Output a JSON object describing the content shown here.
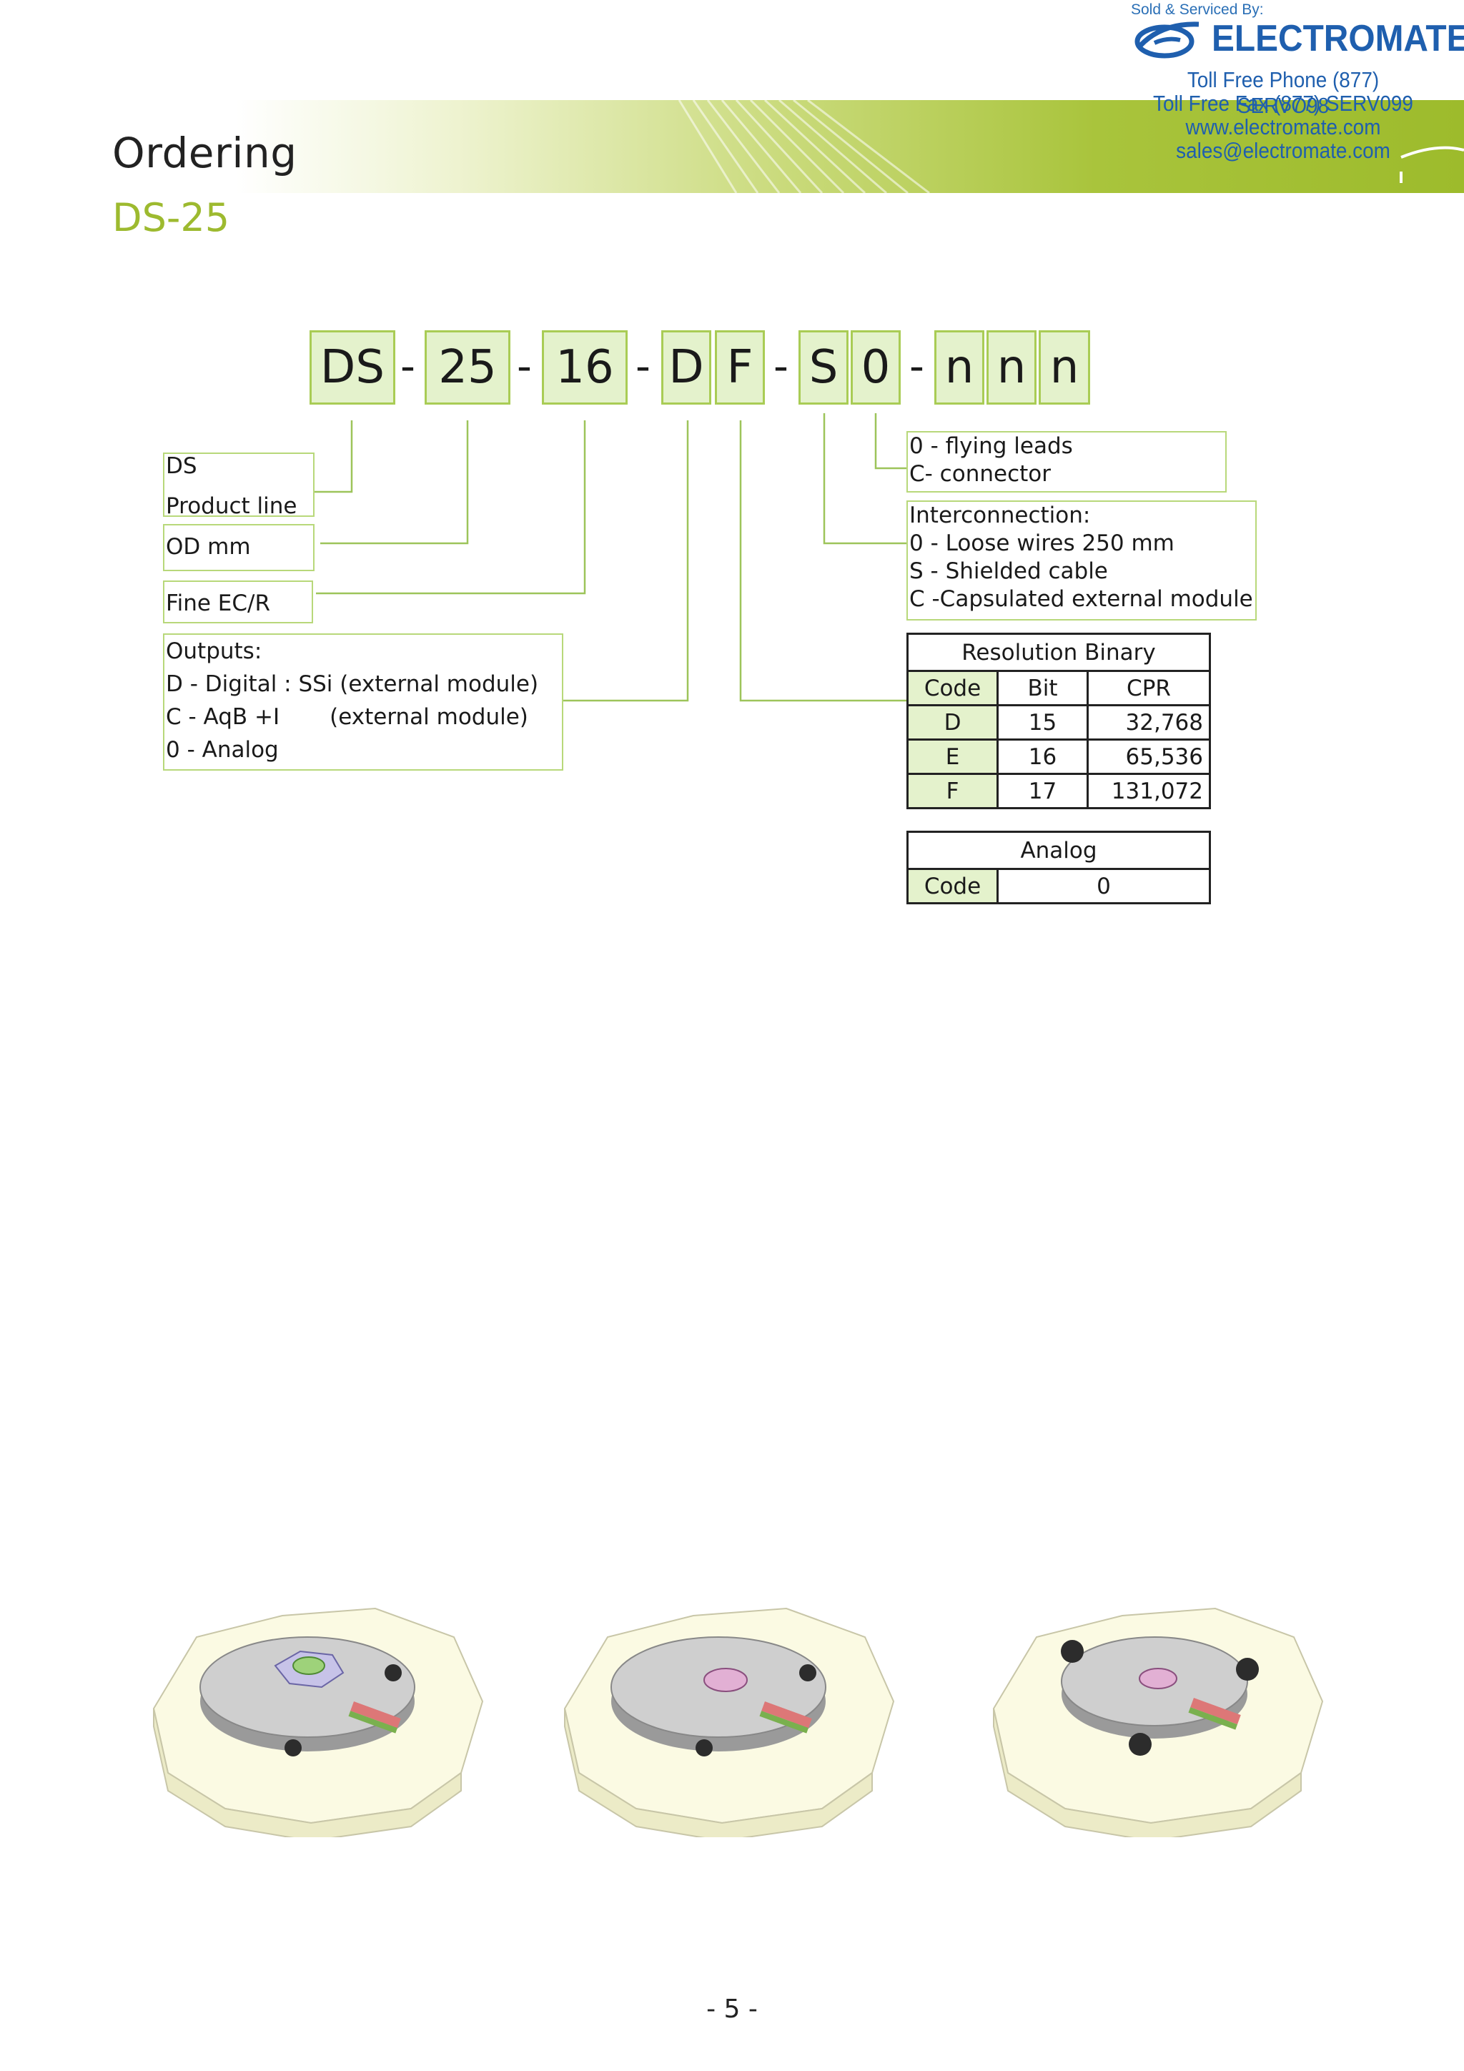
{
  "header": {
    "page_title": "Ordering",
    "model_title": "DS-25",
    "sold_by": "Sold & Serviced By:",
    "brand_name": "ELECTROMATE",
    "phone": "Toll Free Phone  (877) SERVO98",
    "fax": "Toll Free Fax  (877) SERV099",
    "website": "www.electromate.com",
    "email": "sales@electromate.com"
  },
  "code": {
    "segments": [
      "DS",
      "25",
      "16",
      "D",
      "F",
      "S",
      "0",
      "n",
      "n",
      "n"
    ],
    "separator": "-"
  },
  "labels": {
    "product_line": [
      "DS",
      "Product line"
    ],
    "od": "OD mm",
    "fine": "Fine EC/R",
    "outputs_title": "Outputs:",
    "outputs": [
      {
        "code": "D - Digital : SSi",
        "note": "(external module)"
      },
      {
        "code": "C - AqB +I",
        "note": "(external module)"
      },
      {
        "code": "0 - Analog",
        "note": ""
      }
    ],
    "leads": [
      "0 - flying leads",
      "C- connector"
    ],
    "interconnection_title": "Interconnection:",
    "interconnection": [
      "0 - Loose wires 250 mm",
      "S - Shielded cable",
      "C -Capsulated external module"
    ]
  },
  "resolution_table": {
    "title": "Resolution Binary",
    "headers": [
      "Code",
      "Bit",
      "CPR"
    ],
    "rows": [
      [
        "D",
        "15",
        "32,768"
      ],
      [
        "E",
        "16",
        "65,536"
      ],
      [
        "F",
        "17",
        "131,072"
      ]
    ]
  },
  "analog_table": {
    "title": "Analog",
    "header": "Code",
    "value": "0"
  },
  "footer": {
    "page_number": "- 5 -"
  },
  "colors": {
    "accent_green": "#9dba2f",
    "box_fill": "#e4f2cc",
    "box_border": "#a9cc55",
    "brand_blue": "#1f5fae"
  }
}
